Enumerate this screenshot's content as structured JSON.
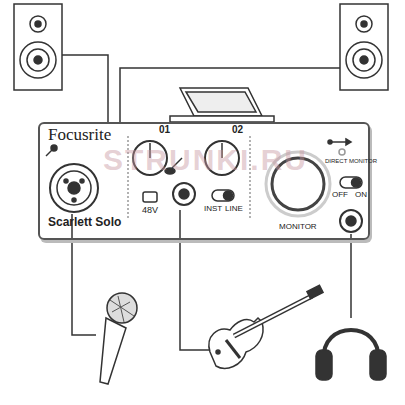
{
  "diagram": {
    "nodes": [
      {
        "text": [
          "Focusrite",
          "Scarlett Solo"
        ]
      }
    ],
    "labels": [
      "01",
      "48V",
      "02",
      "INST",
      "LINE",
      "MONITOR",
      "DIRECT MONITOR",
      "OFF",
      "ON",
      "STRUNKI.RU"
    ]
  }
}
